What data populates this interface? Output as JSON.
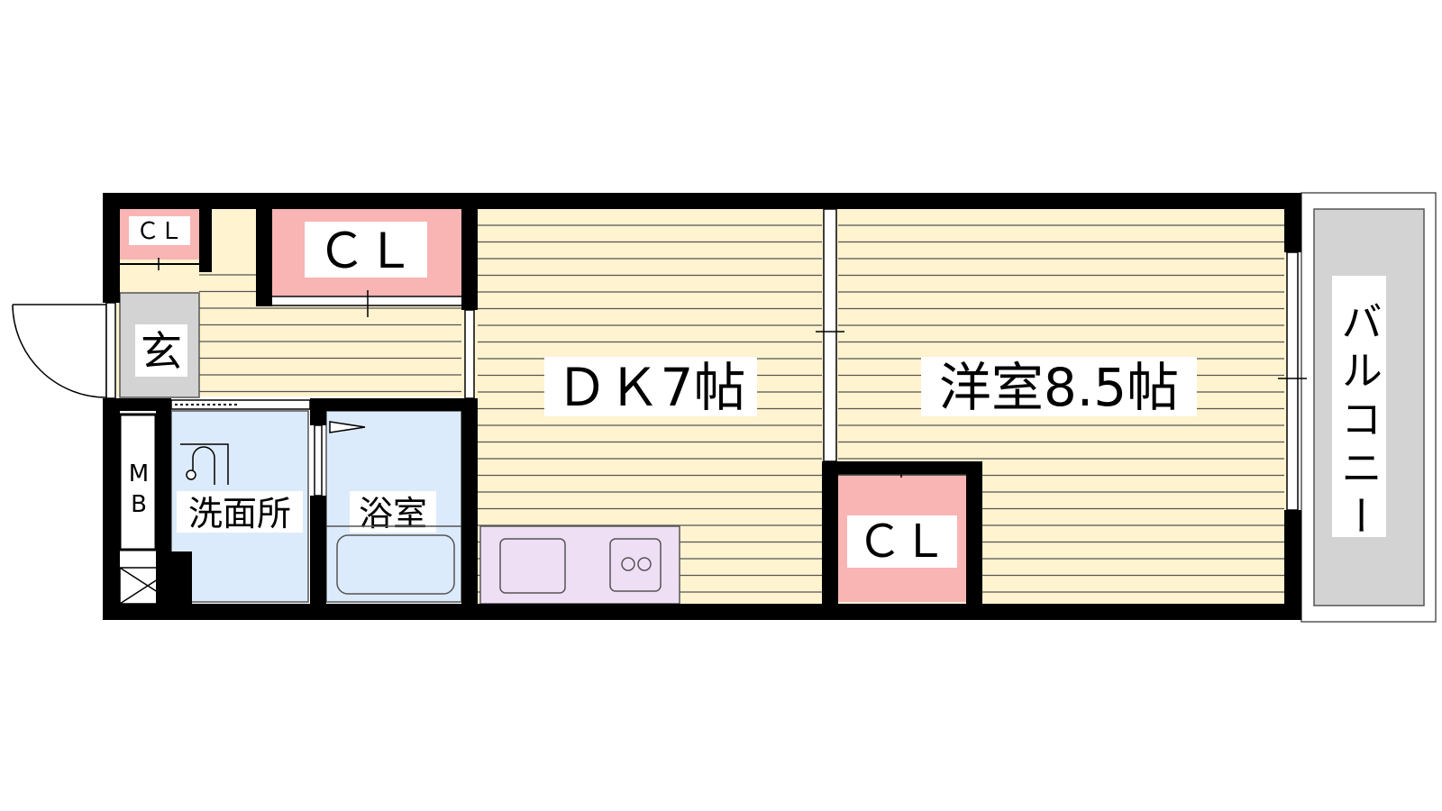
{
  "floorplan": {
    "rooms": {
      "dk": {
        "label": "ＤＫ7帖",
        "color": "#fff3d0"
      },
      "western": {
        "label": "洋室8.5帖",
        "color": "#fff3d0"
      },
      "balcony": {
        "label": "バルコニー",
        "color": "#d3d3d3"
      },
      "entrance": {
        "label": "玄",
        "color": "#d3d3d3"
      },
      "washroom": {
        "label": "洗面所",
        "color": "#dcebfb"
      },
      "bathroom": {
        "label": "浴室",
        "color": "#dcebfb"
      },
      "kitchen": {
        "color": "#efdff5"
      },
      "meter_box": {
        "label_top": "M",
        "label_bottom": "B"
      }
    },
    "closets": {
      "small": {
        "label": "ＣＬ"
      },
      "upper": {
        "label": "ＣＬ"
      },
      "western": {
        "label": "ＣＬ"
      },
      "color": "#f9b4b4"
    },
    "colors": {
      "wall": "#000000",
      "flooring_line": "#555555"
    }
  }
}
